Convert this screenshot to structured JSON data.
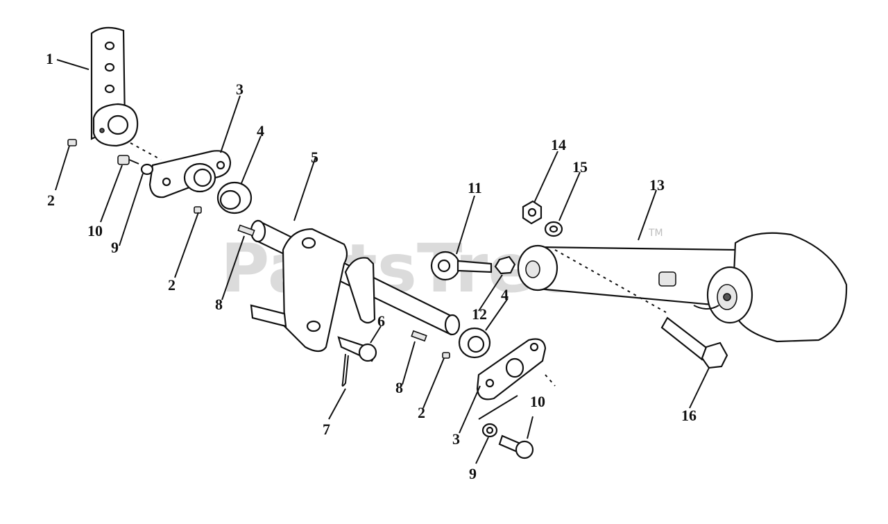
{
  "watermark": {
    "text": "PartsTree",
    "trademark": "TM"
  },
  "callouts": [
    {
      "id": "c1",
      "label": "1"
    },
    {
      "id": "c2a",
      "label": "2"
    },
    {
      "id": "c3a",
      "label": "3"
    },
    {
      "id": "c4a",
      "label": "4"
    },
    {
      "id": "c5",
      "label": "5"
    },
    {
      "id": "c10a",
      "label": "10"
    },
    {
      "id": "c9a",
      "label": "9"
    },
    {
      "id": "c2b",
      "label": "2"
    },
    {
      "id": "c8a",
      "label": "8"
    },
    {
      "id": "c11",
      "label": "11"
    },
    {
      "id": "c14",
      "label": "14"
    },
    {
      "id": "c15",
      "label": "15"
    },
    {
      "id": "c13",
      "label": "13"
    },
    {
      "id": "c6",
      "label": "6"
    },
    {
      "id": "c12",
      "label": "12"
    },
    {
      "id": "c4b",
      "label": "4"
    },
    {
      "id": "c8b",
      "label": "8"
    },
    {
      "id": "c2c",
      "label": "2"
    },
    {
      "id": "c7",
      "label": "7"
    },
    {
      "id": "c3b",
      "label": "3"
    },
    {
      "id": "c10b",
      "label": "10"
    },
    {
      "id": "c9b",
      "label": "9"
    },
    {
      "id": "c16",
      "label": "16"
    }
  ]
}
